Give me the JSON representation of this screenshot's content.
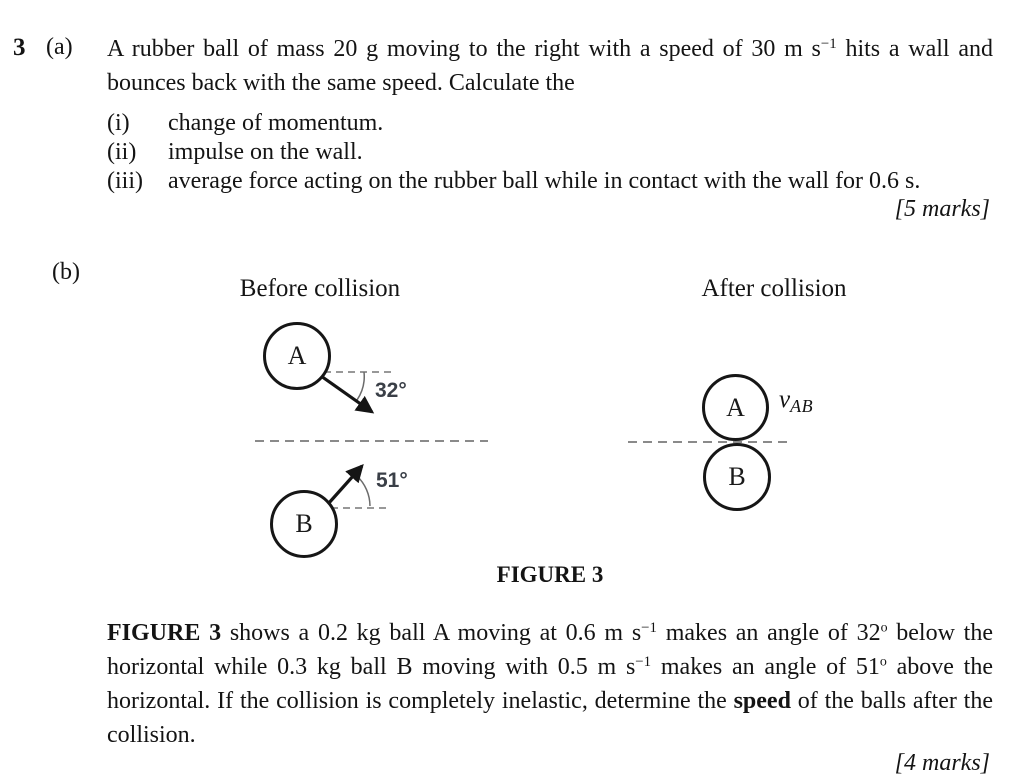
{
  "question": {
    "number": "3",
    "part_a": {
      "label": "(a)",
      "text_pre_sup": "A rubber ball of mass 20 g moving to the right with a speed of 30 m s",
      "text_sup": "−1",
      "text_post_sup": " hits a wall and bounces back with the same speed. Calculate the",
      "items": [
        {
          "marker": "(i)",
          "text": "change of momentum."
        },
        {
          "marker": "(ii)",
          "text": "impulse on the wall."
        },
        {
          "marker": "(iii)",
          "text": "average force acting on the rubber ball while in contact with the wall for 0.6 s."
        }
      ],
      "marks": "[5 marks]"
    },
    "part_b": {
      "label": "(b)",
      "figure": {
        "before_title": "Before collision",
        "after_title": "After collision",
        "ball_a_label": "A",
        "ball_b_label": "B",
        "angle_a": "32°",
        "angle_b": "51°",
        "velocity_var": "v",
        "velocity_sub": "AB",
        "caption": "FIGURE 3"
      },
      "description": {
        "lead_bold": "FIGURE 3",
        "seg1": " shows a 0.2 kg ball A moving at 0.6 m s",
        "sup1": "−1",
        "seg2": " makes an angle of 32",
        "deg1": "o",
        "seg3": " below the horizontal while 0.3 kg ball B moving with 0.5 m s",
        "sup2": "−1",
        "seg4": " makes an angle of 51",
        "deg2": "o",
        "seg5": " above the horizontal. If the collision is completely inelastic, determine the ",
        "emph_bold": "speed",
        "seg6": " of the balls after the collision.",
        "marks": "[4 marks]"
      }
    }
  },
  "colors": {
    "text": "#141414",
    "stroke": "#151515",
    "dashed_line": "#8a8a8a",
    "arc": "#6b6b6b"
  }
}
